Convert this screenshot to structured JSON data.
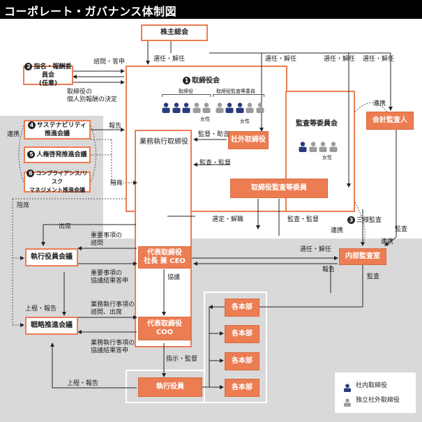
{
  "title": "コーポレート・ガバナンス体制図",
  "nodes": {
    "shareholders": "株主総会",
    "nomination": {
      "num": "2",
      "line1": "指名・報酬委員会",
      "line2": "(任意)"
    },
    "board": {
      "num": "1",
      "label": "取締役会",
      "directors": "取締役",
      "audit_directors": "取締役監査等委員",
      "female": "女性"
    },
    "audit_committee": {
      "label": "監査等委員会",
      "female": "女性"
    },
    "external_auditor": "会計監査人",
    "sustainability": {
      "num": "4",
      "line1": "サステナビリティ",
      "line2": "推進会議"
    },
    "hr_council": {
      "num": "5",
      "label": "人権啓発推進会議"
    },
    "compliance": {
      "num": "6",
      "line1": "コンプライアンス/リスク",
      "line2": "マネジメント推進会議"
    },
    "business_directors": "業務執行取締役",
    "outside_director": "社外取締役",
    "audit_member": "取締役監査等委員",
    "exec_committee": "執行役員会議",
    "strategy_committee": "戦略推進会議",
    "ceo": {
      "line1": "代表取締役",
      "line2": "社長 兼 CEO"
    },
    "coo": {
      "line1": "代表取締役",
      "line2": "COO"
    },
    "internal_audit": "内部監査室",
    "executive_officers": "執行役員",
    "divisions": [
      "各本部",
      "各本部",
      "各本部",
      "各本部"
    ]
  },
  "edges": {
    "consult_report": "諮問・答申",
    "elect_dismiss_1": "選任・解任",
    "elect_dismiss_2": "選任・解任",
    "elect_dismiss_3": "選任・解任",
    "elect_dismiss_4": "選任・解任",
    "remuneration_note": [
      "取締役の",
      "個人別報酬の決定"
    ],
    "report": "報告",
    "renkei_left": "連携",
    "supervise_advise": "監督・助言",
    "audit_supervise_1": "監査・監督",
    "attend_1": "陪席",
    "attend_2": "陪席",
    "appoint_dismiss": "選定・解職",
    "audit_supervise_2": "監査・監督",
    "three_way_audit": "三様監査",
    "renkei_1": "連携",
    "renkei_2": "連携",
    "renkei_3": "連携",
    "audit_1": "監査",
    "audit_2": "監査",
    "attend_3": "出席",
    "important_consult": [
      "重要事項の",
      "諮問"
    ],
    "important_results": [
      "重要事項の",
      "協議結果答申"
    ],
    "deliberate": "協議",
    "elect_dismiss_5": "選任・解任",
    "report_2": "報告",
    "upreport_1": "上程・報告",
    "business_consult": [
      "業務執行事項の",
      "諮問、出席"
    ],
    "business_results": [
      "業務執行事項の",
      "協議結果答申"
    ],
    "instruct_supervise": "指示・監督",
    "upreport_2": "上程・報告"
  },
  "legend": {
    "internal": "社内取締役",
    "independent": "独立社外取締役"
  },
  "colors": {
    "orange": "#ec7d52",
    "navy": "#2a3a7c",
    "gray_person": "#9b9b9b",
    "gray_area": "#d9d9d9"
  }
}
